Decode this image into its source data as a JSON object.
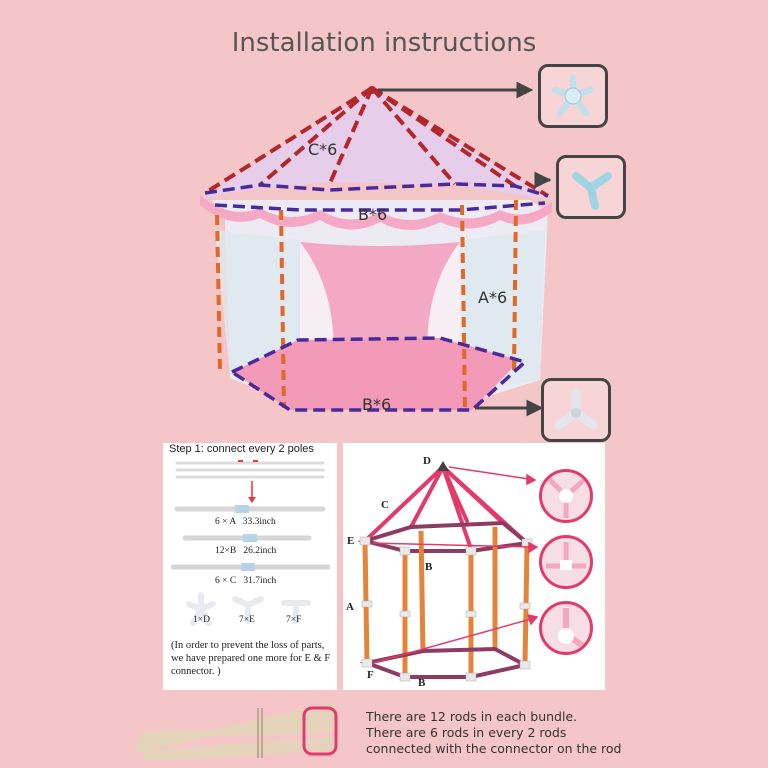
{
  "title": "Installation instructions",
  "tent": {
    "label_c": "C*6",
    "label_b_top": "B*6",
    "label_a": "A*6",
    "label_b_bottom": "B*6"
  },
  "connectors": [
    {
      "icon": "top-hub-connector-icon"
    },
    {
      "icon": "three-way-connector-icon"
    },
    {
      "icon": "corner-connector-icon"
    }
  ],
  "step": {
    "title": "Step 1: connect every 2 poles",
    "rods": [
      {
        "label": "6 × A   33.3inch"
      },
      {
        "label": "12×B   26.2inch"
      },
      {
        "label": "6 × C   31.7inch"
      }
    ],
    "parts": [
      {
        "label": "1×D"
      },
      {
        "label": "7×E"
      },
      {
        "label": "7×F"
      }
    ],
    "note": "(In order to prevent the loss of parts, we have prepared one more for E & F connector. )"
  },
  "diagram": {
    "letters": {
      "d": "D",
      "c": "C",
      "e": "E",
      "b_mid": "B",
      "a": "A",
      "f": "F",
      "b_bottom": "B"
    }
  },
  "bundle": {
    "lines": [
      "There are 12 rods in each bundle.",
      "There are 6 rods in every 2 rods",
      "connected with the connector on the rod"
    ]
  },
  "colors": {
    "background": "#f4c6c8",
    "dash_red": "#b3262a",
    "dash_purple": "#4a2a9a",
    "dash_orange": "#e0692a",
    "accent_pink": "#e23a6a"
  }
}
